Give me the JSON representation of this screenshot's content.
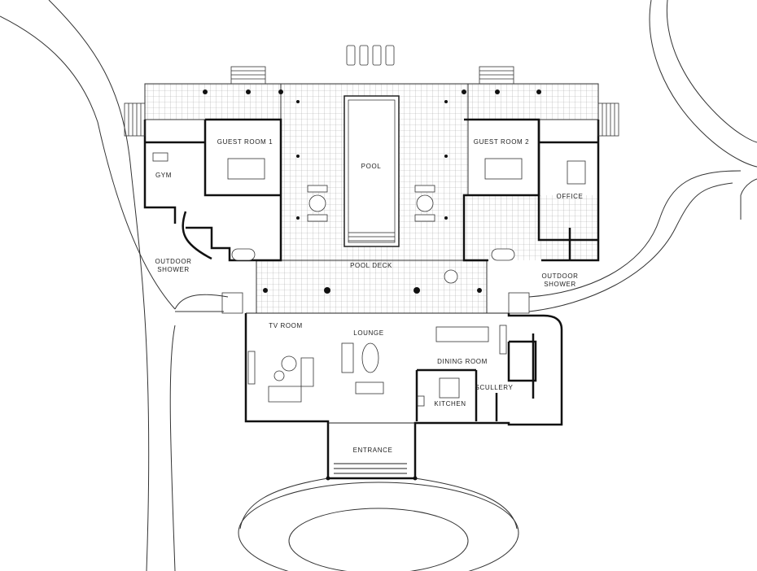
{
  "plan": {
    "rooms": {
      "guest_room_1": "GUEST ROOM 1",
      "guest_room_2": "GUEST ROOM 2",
      "gym": "GYM",
      "pool": "POOL",
      "office": "OFFICE",
      "outdoor_shower_left_1": "OUTDOOR",
      "outdoor_shower_left_2": "SHOWER",
      "outdoor_shower_right_1": "OUTDOOR",
      "outdoor_shower_right_2": "SHOWER",
      "pool_deck": "POOL DECK",
      "tv_room": "TV ROOM",
      "lounge": "LOUNGE",
      "dining_room": "DINING ROOM",
      "scullery": "SCULLERY",
      "kitchen": "KITCHEN",
      "entrance": "ENTRANCE"
    },
    "colors": {
      "line": "#222222",
      "grid": "#9a9a9a",
      "background": "#ffffff"
    }
  }
}
